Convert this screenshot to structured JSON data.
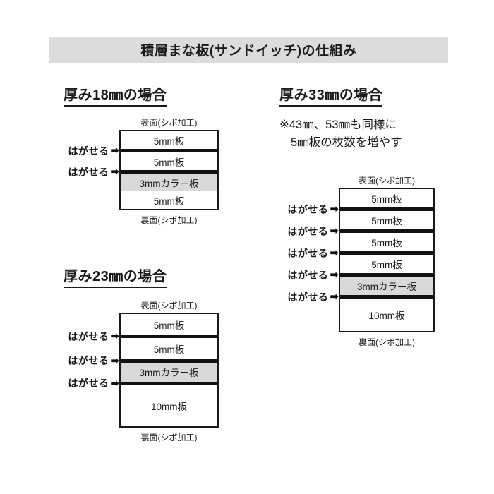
{
  "header": {
    "title": "積層まな板(サンドイッチ)の仕組み",
    "background_color": "#dcdcdc"
  },
  "common": {
    "peel_label": "はがせる",
    "peel_arrow_glyph": "➡",
    "top_face_label": "表面(シボ加工)",
    "bottom_face_label": "裏面(シボ加工)",
    "color_layer_fill": "#d9d9d9",
    "line_color": "#111111"
  },
  "sections": [
    {
      "id": "thickness-18",
      "heading": "厚み18㎜の場合",
      "note": null,
      "diagram": {
        "top_face_label": "表面(シボ加工)",
        "bottom_face_label": "裏面(シボ加工)",
        "layers": [
          {
            "label": "5mm板",
            "thickness_mm": 5,
            "kind": "plain",
            "peelable_below": true
          },
          {
            "label": "5mm板",
            "thickness_mm": 5,
            "kind": "plain",
            "peelable_below": true
          },
          {
            "label": "3mmカラー板",
            "thickness_mm": 3,
            "kind": "color",
            "peelable_below": false
          },
          {
            "label": "5mm板",
            "thickness_mm": 5,
            "kind": "plain",
            "peelable_below": false
          }
        ]
      }
    },
    {
      "id": "thickness-23",
      "heading": "厚み23㎜の場合",
      "note": null,
      "diagram": {
        "top_face_label": "表面(シボ加工)",
        "bottom_face_label": "裏面(シボ加工)",
        "layers": [
          {
            "label": "5mm板",
            "thickness_mm": 5,
            "kind": "plain",
            "peelable_below": true
          },
          {
            "label": "5mm板",
            "thickness_mm": 5,
            "kind": "plain",
            "peelable_below": true
          },
          {
            "label": "3mmカラー板",
            "thickness_mm": 3,
            "kind": "color",
            "peelable_below": true
          },
          {
            "label": "10mm板",
            "thickness_mm": 10,
            "kind": "plain",
            "peelable_below": false
          }
        ]
      }
    },
    {
      "id": "thickness-33",
      "heading": "厚み33㎜の場合",
      "note": {
        "line1": "※43㎜、53㎜も同様に",
        "line2": "5㎜板の枚数を増やす"
      },
      "diagram": {
        "top_face_label": "表面(シボ加工)",
        "bottom_face_label": "裏面(シボ加工)",
        "layers": [
          {
            "label": "5mm板",
            "thickness_mm": 5,
            "kind": "plain",
            "peelable_below": true
          },
          {
            "label": "5mm板",
            "thickness_mm": 5,
            "kind": "plain",
            "peelable_below": true
          },
          {
            "label": "5mm板",
            "thickness_mm": 5,
            "kind": "plain",
            "peelable_below": true
          },
          {
            "label": "5mm板",
            "thickness_mm": 5,
            "kind": "plain",
            "peelable_below": true
          },
          {
            "label": "3mmカラー板",
            "thickness_mm": 3,
            "kind": "color",
            "peelable_below": true
          },
          {
            "label": "10mm板",
            "thickness_mm": 10,
            "kind": "plain",
            "peelable_below": false
          }
        ]
      }
    }
  ]
}
